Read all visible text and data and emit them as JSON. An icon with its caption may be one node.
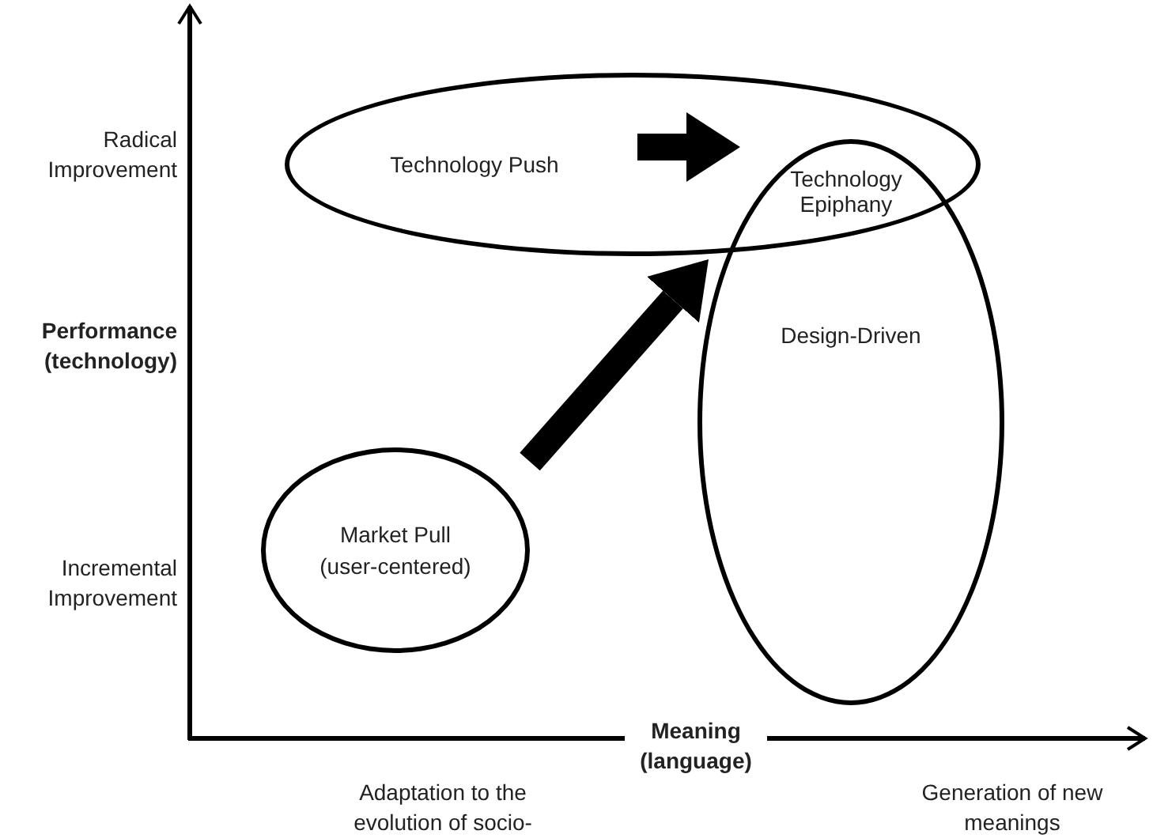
{
  "diagram": {
    "nodes": [
      {
        "text": [
          "Technology Push"
        ]
      },
      {
        "text": [
          "Technology Epiphany"
        ]
      },
      {
        "text": [
          "Design-Driven"
        ]
      },
      {
        "text": [
          "Market Pull (user-centered)"
        ]
      }
    ],
    "edges": [
      {
        "from": 0,
        "to": 1,
        "arrow": "to"
      },
      {
        "from": 3,
        "to": 0,
        "arrow": "to"
      }
    ],
    "labels": [
      "Radical Improvement",
      "Performance (technology)",
      "Incremental Improvement",
      "Meaning (language)",
      "Adaptation to the evolution of socio-",
      "Generation of new meanings"
    ]
  }
}
